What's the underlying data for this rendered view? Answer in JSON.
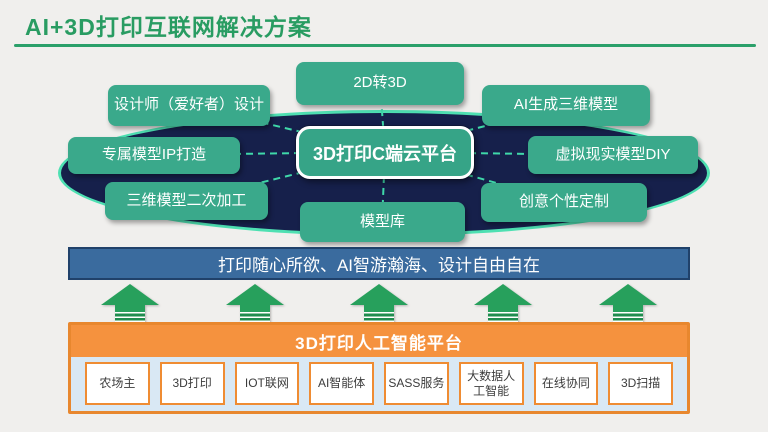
{
  "title": "AI+3D打印互联网解决方案",
  "diagram": {
    "center": "3D打印C端云平台",
    "satellites": [
      {
        "label": "设计师（爱好者）设计"
      },
      {
        "label": "2D转3D"
      },
      {
        "label": "AI生成三维模型"
      },
      {
        "label": "专属模型IP打造"
      },
      {
        "label": "虚拟现实模型DIY"
      },
      {
        "label": "三维模型二次加工"
      },
      {
        "label": "模型库"
      },
      {
        "label": "创意个性定制"
      }
    ]
  },
  "banner": {
    "text": "打印随心所欲、AI智游瀚海、设计自由自在"
  },
  "platform": {
    "title": "3D打印人工智能平台",
    "modules": [
      "农场主",
      "3D打印",
      "IOT联网",
      "AI智能体",
      "SASS服务",
      "大数据人工智能",
      "在线协同",
      "3D扫描"
    ]
  },
  "icons": {
    "arrow": "up-arrow"
  },
  "colors": {
    "background": "#f0efed",
    "title_green": "#299c62",
    "ellipse_fill": "#16204b",
    "ellipse_rim": "#4ee0b2",
    "node_teal": "#3aa98b",
    "dash_line": "#3fd8a9",
    "banner_blue": "#3a6b9e",
    "arrow_green": "#27a05c",
    "platform_orange": "#f5923e",
    "platform_body_blue": "#d9e8f4"
  }
}
